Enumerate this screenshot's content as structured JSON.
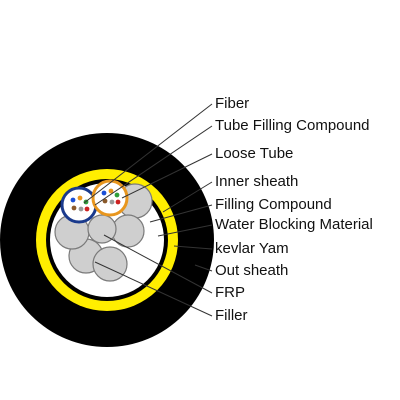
{
  "diagram": {
    "labels": [
      "Fiber",
      "Tube Filling Compound",
      "Loose Tube",
      "Inner sheath",
      "Filling Compound",
      "Water Blocking Material",
      "kevlar Yam",
      "Out sheath",
      "FRP",
      "Filler"
    ],
    "colors": {
      "outer_sheath": "#000000",
      "kevlar": "#ffee00",
      "filler": "#cfcfcf",
      "tube_blue": "#1a3a8c",
      "tube_orange": "#e8961e",
      "leader": "#333333"
    }
  }
}
